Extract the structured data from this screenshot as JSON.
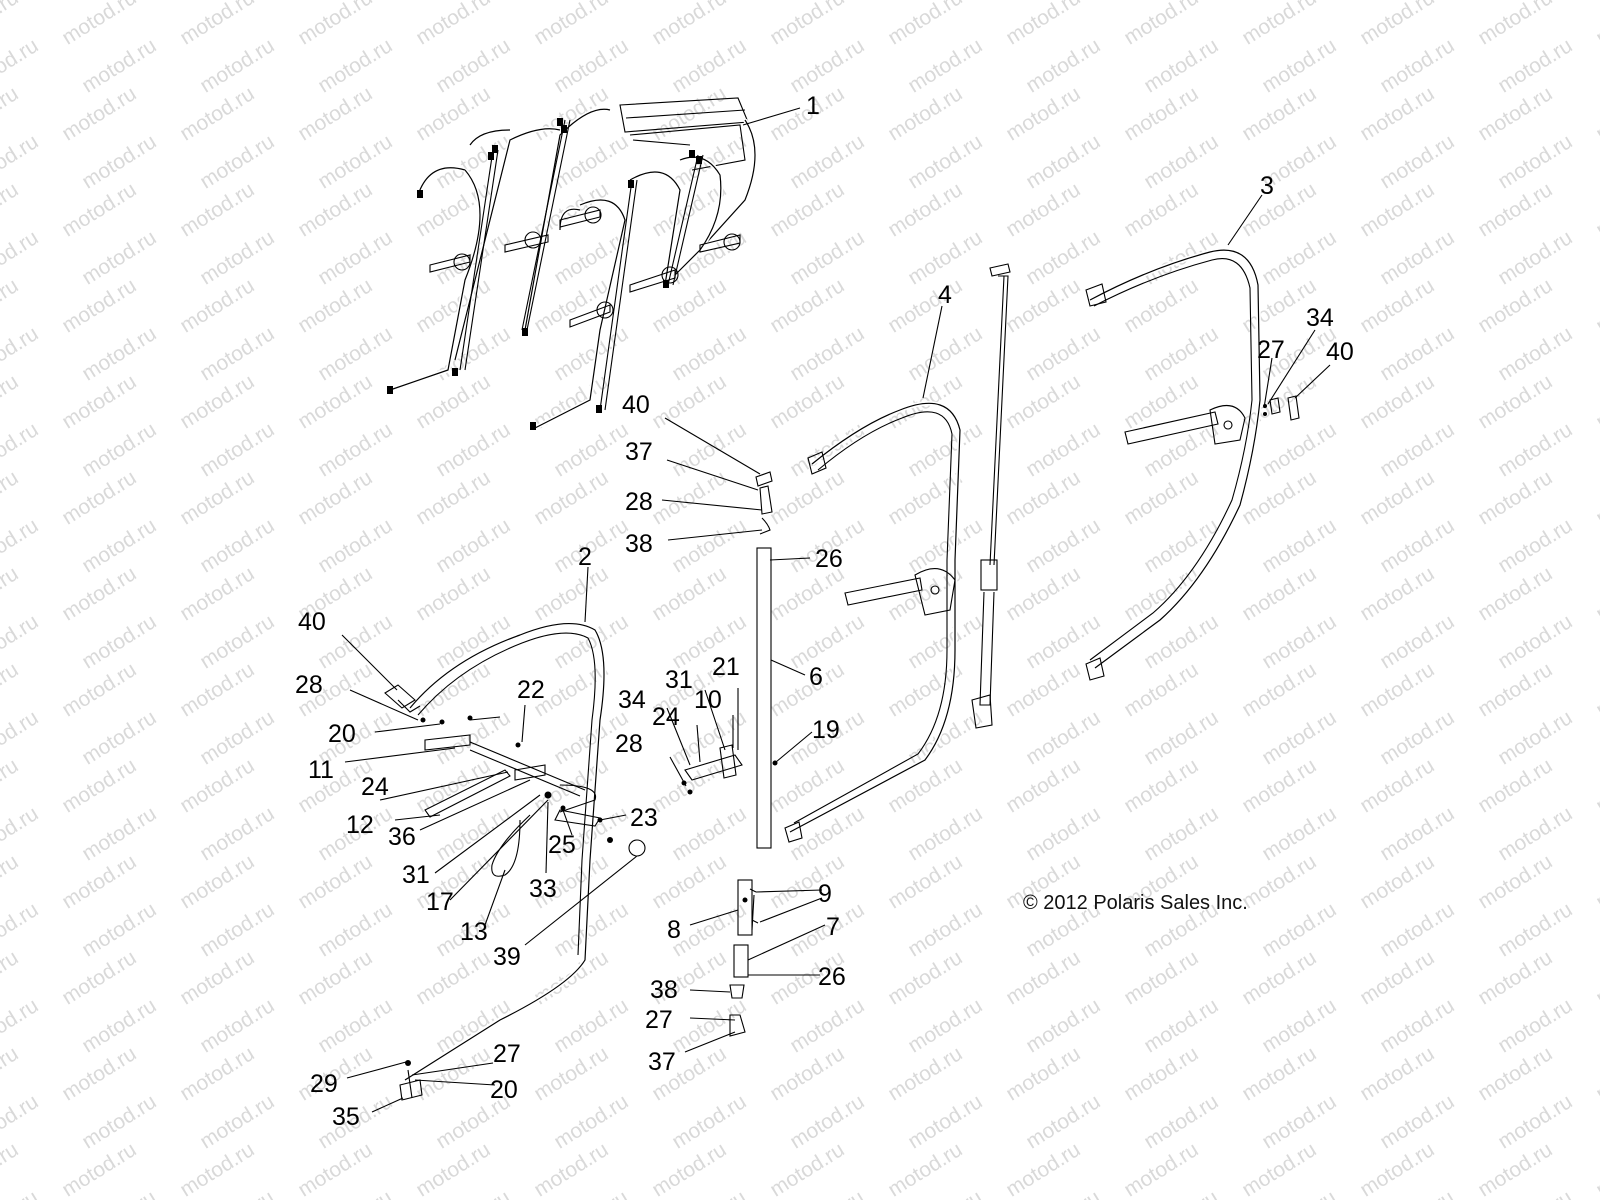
{
  "watermark": {
    "text": "motod.ru"
  },
  "copyright": "© 2012 Polaris Sales Inc.",
  "callouts": [
    {
      "id": "c1",
      "text": "1"
    },
    {
      "id": "c2",
      "text": "2"
    },
    {
      "id": "c3",
      "text": "3"
    },
    {
      "id": "c4",
      "text": "4"
    },
    {
      "id": "c40a",
      "text": "40"
    },
    {
      "id": "c37a",
      "text": "37"
    },
    {
      "id": "c28a",
      "text": "28"
    },
    {
      "id": "c38a",
      "text": "38"
    },
    {
      "id": "c26a",
      "text": "26"
    },
    {
      "id": "c6",
      "text": "6"
    },
    {
      "id": "c34a",
      "text": "34"
    },
    {
      "id": "c27a",
      "text": "27"
    },
    {
      "id": "c40b",
      "text": "40"
    },
    {
      "id": "c40c",
      "text": "40"
    },
    {
      "id": "c28b",
      "text": "28"
    },
    {
      "id": "c20a",
      "text": "20"
    },
    {
      "id": "c11",
      "text": "11"
    },
    {
      "id": "c24a",
      "text": "24"
    },
    {
      "id": "c22",
      "text": "22"
    },
    {
      "id": "c12",
      "text": "12"
    },
    {
      "id": "c36",
      "text": "36"
    },
    {
      "id": "c31a",
      "text": "31"
    },
    {
      "id": "c17",
      "text": "17"
    },
    {
      "id": "c13",
      "text": "13"
    },
    {
      "id": "c33",
      "text": "33"
    },
    {
      "id": "c25",
      "text": "25"
    },
    {
      "id": "c23",
      "text": "23"
    },
    {
      "id": "c39",
      "text": "39"
    },
    {
      "id": "c34b",
      "text": "34"
    },
    {
      "id": "c24b",
      "text": "24"
    },
    {
      "id": "c31b",
      "text": "31"
    },
    {
      "id": "c10",
      "text": "10"
    },
    {
      "id": "c21",
      "text": "21"
    },
    {
      "id": "c19",
      "text": "19"
    },
    {
      "id": "c28c",
      "text": "28"
    },
    {
      "id": "c9",
      "text": "9"
    },
    {
      "id": "c8",
      "text": "8"
    },
    {
      "id": "c7",
      "text": "7"
    },
    {
      "id": "c26b",
      "text": "26"
    },
    {
      "id": "c38b",
      "text": "38"
    },
    {
      "id": "c27b",
      "text": "27"
    },
    {
      "id": "c37b",
      "text": "37"
    },
    {
      "id": "c29",
      "text": "29"
    },
    {
      "id": "c27c",
      "text": "27"
    },
    {
      "id": "c20b",
      "text": "20"
    },
    {
      "id": "c35",
      "text": "35"
    }
  ]
}
